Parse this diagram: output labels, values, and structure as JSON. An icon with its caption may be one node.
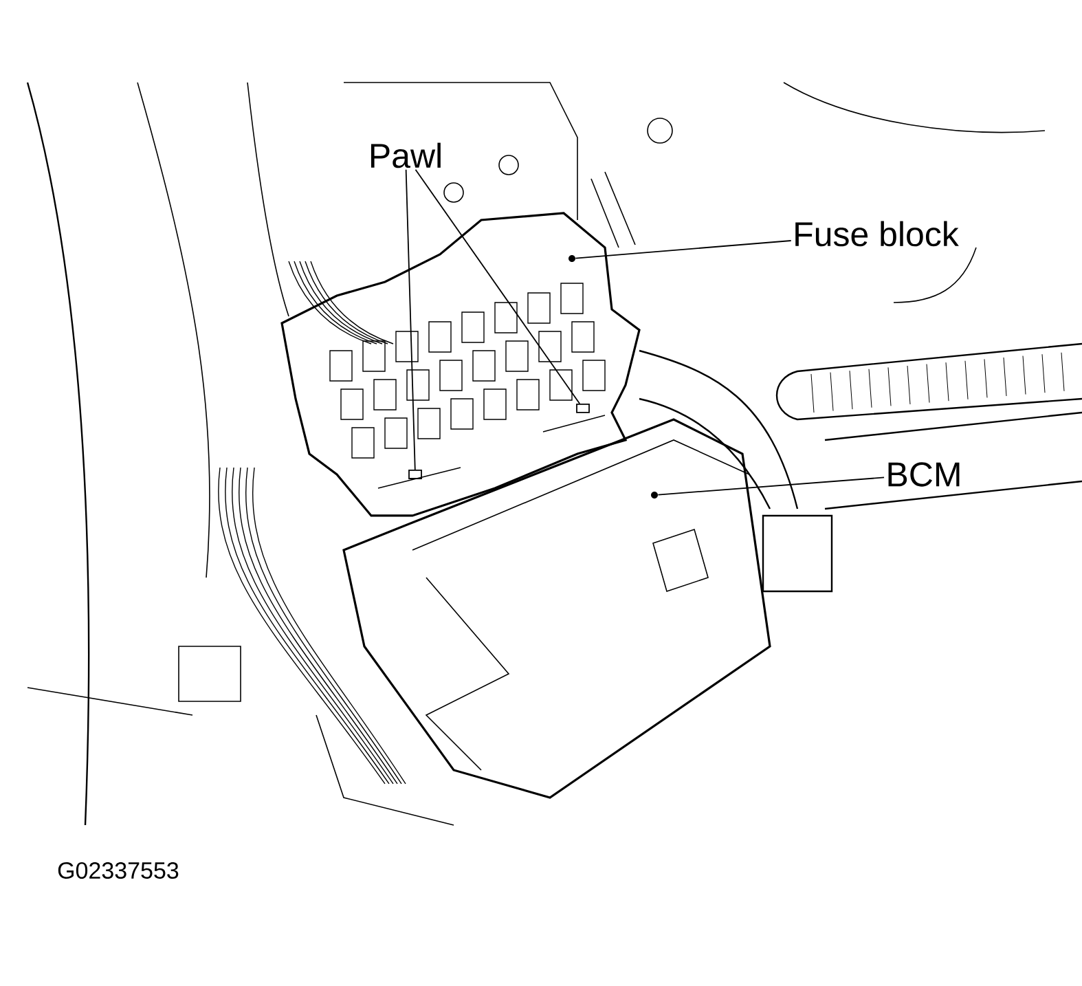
{
  "diagram": {
    "nodes": [
      {
        "text": [
          "Pawl"
        ]
      },
      {
        "text": [],
        "shape": "box"
      },
      {
        "text": [],
        "shape": "box"
      },
      {
        "text": [
          "Fuse block"
        ]
      },
      {
        "text": [],
        "shape": "circle"
      },
      {
        "text": [
          "BCM"
        ]
      },
      {
        "text": [],
        "shape": "circle"
      }
    ],
    "edges": [
      {
        "from": 0,
        "to": 1,
        "arrow": "none"
      },
      {
        "from": 0,
        "to": 2,
        "arrow": "none"
      },
      {
        "from": 3,
        "to": 4,
        "arrow": "none"
      },
      {
        "from": 5,
        "to": 6,
        "arrow": "none"
      }
    ],
    "labels": [
      "G02337553"
    ]
  }
}
